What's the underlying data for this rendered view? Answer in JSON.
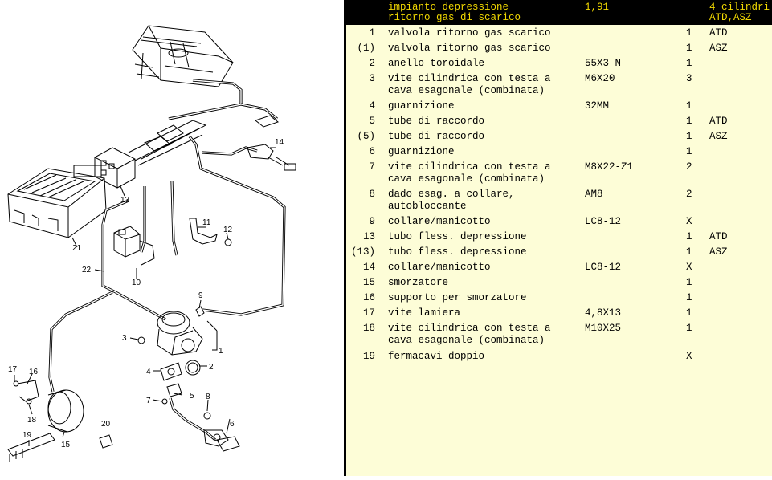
{
  "header": {
    "description_lines": [
      "impianto depressione",
      "ritorno gas di scarico"
    ],
    "spec": "1,91",
    "engine_lines": [
      "4 cilindri",
      "ATD,ASZ"
    ]
  },
  "parts": [
    {
      "pos": "1",
      "desc": [
        "valvola ritorno gas scarico"
      ],
      "spec": "",
      "qty": "1",
      "model": "ATD"
    },
    {
      "pos": "(1)",
      "desc": [
        "valvola ritorno gas scarico"
      ],
      "spec": "",
      "qty": "1",
      "model": "ASZ"
    },
    {
      "pos": "2",
      "desc": [
        "anello toroidale"
      ],
      "spec": "55X3-N",
      "qty": "1",
      "model": ""
    },
    {
      "pos": "3",
      "desc": [
        "vite cilindrica con testa a",
        "cava esagonale (combinata)"
      ],
      "spec": "M6X20",
      "qty": "3",
      "model": ""
    },
    {
      "pos": "4",
      "desc": [
        "guarnizione"
      ],
      "spec": "32MM",
      "qty": "1",
      "model": ""
    },
    {
      "pos": "5",
      "desc": [
        "tube di raccordo"
      ],
      "spec": "",
      "qty": "1",
      "model": "ATD"
    },
    {
      "pos": "(5)",
      "desc": [
        "tube di raccordo"
      ],
      "spec": "",
      "qty": "1",
      "model": "ASZ"
    },
    {
      "pos": "6",
      "desc": [
        "guarnizione"
      ],
      "spec": "",
      "qty": "1",
      "model": ""
    },
    {
      "pos": "7",
      "desc": [
        "vite cilindrica con testa a",
        "cava esagonale (combinata)"
      ],
      "spec": "M8X22-Z1",
      "qty": "2",
      "model": ""
    },
    {
      "pos": "8",
      "desc": [
        "dado esag. a collare,",
        "autobloccante"
      ],
      "spec": "AM8",
      "qty": "2",
      "model": ""
    },
    {
      "pos": "9",
      "desc": [
        "collare/manicotto"
      ],
      "spec": "LC8-12",
      "qty": "X",
      "model": ""
    },
    {
      "pos": "13",
      "desc": [
        "tubo fless. depressione"
      ],
      "spec": "",
      "qty": "1",
      "model": "ATD"
    },
    {
      "pos": "(13)",
      "desc": [
        "tubo fless. depressione"
      ],
      "spec": "",
      "qty": "1",
      "model": "ASZ"
    },
    {
      "pos": "14",
      "desc": [
        "collare/manicotto"
      ],
      "spec": "LC8-12",
      "qty": "X",
      "model": ""
    },
    {
      "pos": "15",
      "desc": [
        "smorzatore"
      ],
      "spec": "",
      "qty": "1",
      "model": ""
    },
    {
      "pos": "16",
      "desc": [
        "supporto per smorzatore"
      ],
      "spec": "",
      "qty": "1",
      "model": ""
    },
    {
      "pos": "17",
      "desc": [
        "vite lamiera"
      ],
      "spec": "4,8X13",
      "qty": "1",
      "model": ""
    },
    {
      "pos": "18",
      "desc": [
        "vite cilindrica con testa a",
        "cava esagonale (combinata)"
      ],
      "spec": "M10X25",
      "qty": "1",
      "model": ""
    },
    {
      "pos": "19",
      "desc": [
        "fermacavi doppio"
      ],
      "spec": "",
      "qty": "X",
      "model": ""
    }
  ],
  "diagram": {
    "callouts": [
      "1",
      "2",
      "3",
      "4",
      "5",
      "6",
      "7",
      "8",
      "9",
      "10",
      "11",
      "12",
      "13",
      "14",
      "15",
      "16",
      "17",
      "18",
      "19",
      "20",
      "21",
      "22"
    ]
  }
}
